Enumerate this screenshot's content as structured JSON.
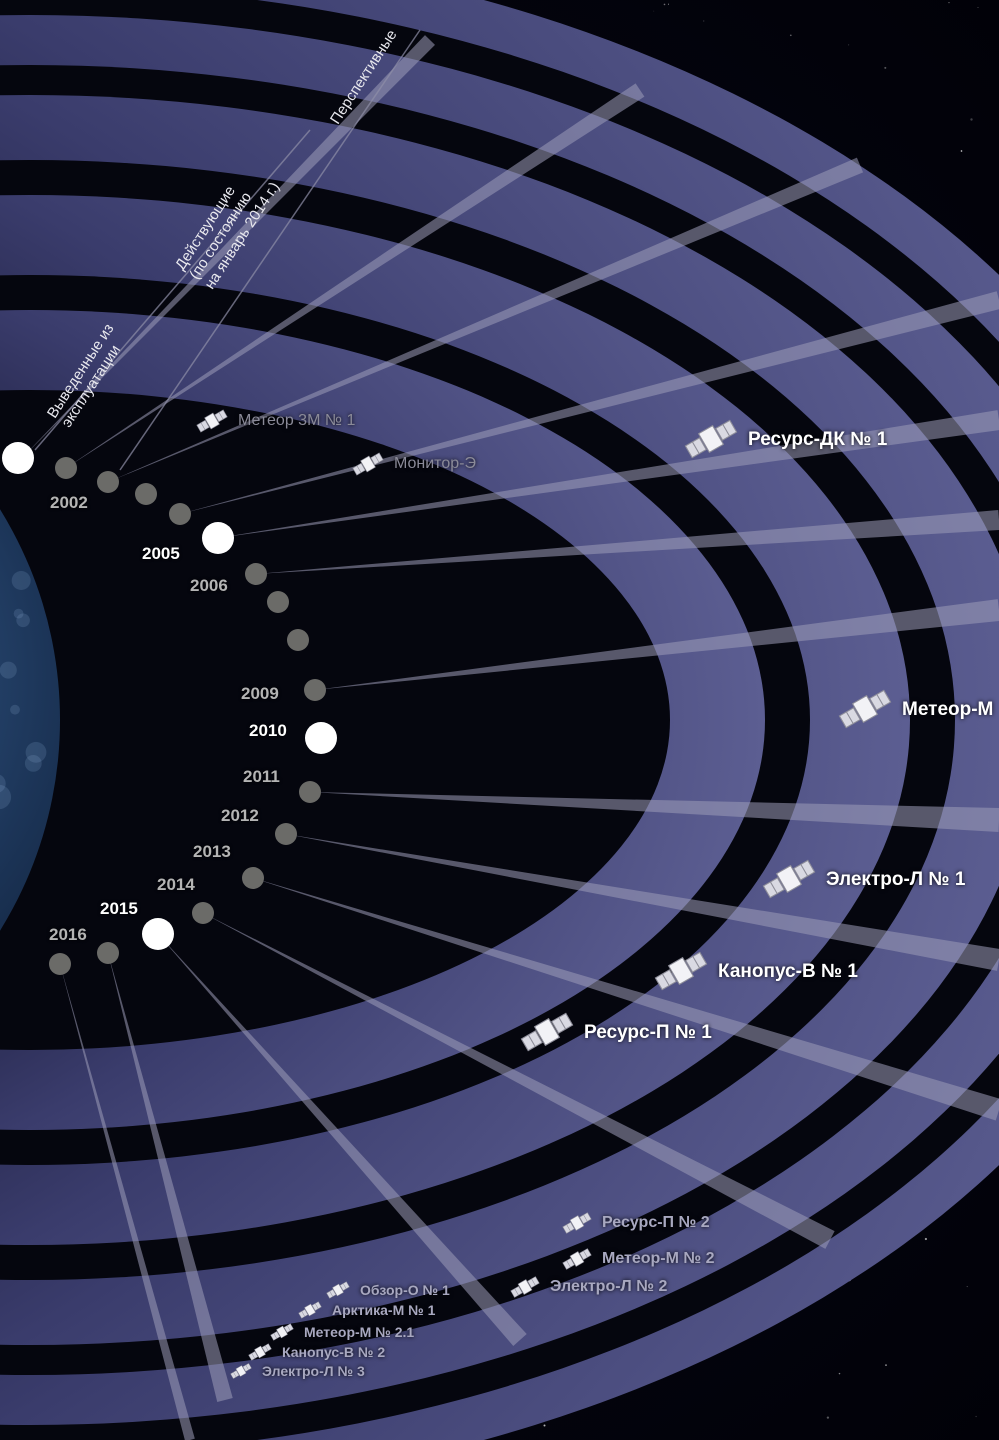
{
  "categories": [
    "Выведенные из\nэксплуатации",
    "Действующие\n(по состоянию\nна январь 2014 г.)",
    "Перспективные"
  ],
  "years": [
    "2002",
    "2005",
    "2006",
    "2009",
    "2010",
    "2011",
    "2012",
    "2013",
    "2014",
    "2015",
    "2016"
  ],
  "satellites": {
    "retired": [
      "Метеор 3М № 1",
      "Монитор-Э"
    ],
    "active": [
      "Ресурс-ДК № 1",
      "Метеор-М",
      "Электро-Л № 1",
      "Канопус-В № 1",
      "Ресурс-П № 1"
    ],
    "future": [
      "Ресурс-П № 2",
      "Метеор-М № 2",
      "Электро-Л № 2",
      "Обзор-О № 1",
      "Арктика-М № 1",
      "Метеор-М № 2.1",
      "Канопус-В № 2",
      "Электро-Л № 3"
    ]
  },
  "icons": {
    "satellite": "satellite-icon",
    "earth": "earth-globe",
    "launch_marker": "timeline-dot"
  },
  "colors": {
    "space": "#03040c",
    "orbit_band": "#3a3c6c",
    "orbit_band_light": "#5c5e92",
    "ray": "#9c9cb8",
    "dot_major": "#ffffff",
    "dot_minor": "#6b6b68",
    "label_active": "#ffffff",
    "label_retired": "#8a8a98"
  }
}
